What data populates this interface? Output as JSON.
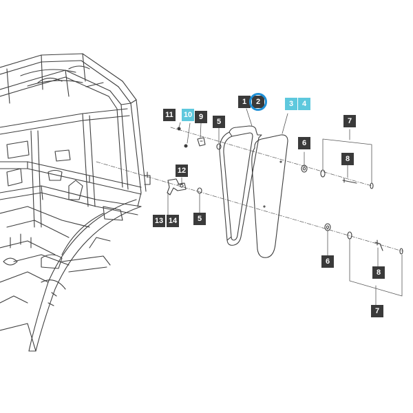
{
  "diagram": {
    "type": "exploded parts diagram",
    "callouts": [
      {
        "id": "c1",
        "label": "1",
        "style": "dark"
      },
      {
        "id": "c2",
        "label": "2",
        "style": "dark",
        "highlighted": true
      },
      {
        "id": "c3",
        "label": "3",
        "style": "cyan"
      },
      {
        "id": "c4",
        "label": "4",
        "style": "cyan"
      },
      {
        "id": "c5a",
        "label": "5",
        "style": "dark"
      },
      {
        "id": "c5b",
        "label": "5",
        "style": "dark"
      },
      {
        "id": "c6a",
        "label": "6",
        "style": "dark"
      },
      {
        "id": "c6b",
        "label": "6",
        "style": "dark"
      },
      {
        "id": "c7a",
        "label": "7",
        "style": "dark"
      },
      {
        "id": "c7b",
        "label": "7",
        "style": "dark"
      },
      {
        "id": "c8a",
        "label": "8",
        "style": "dark"
      },
      {
        "id": "c8b",
        "label": "8",
        "style": "dark"
      },
      {
        "id": "c9",
        "label": "9",
        "style": "dark"
      },
      {
        "id": "c10",
        "label": "10",
        "style": "cyan"
      },
      {
        "id": "c11",
        "label": "11",
        "style": "dark"
      },
      {
        "id": "c12",
        "label": "12",
        "style": "dark"
      },
      {
        "id": "c13",
        "label": "13",
        "style": "dark"
      },
      {
        "id": "c14",
        "label": "14",
        "style": "dark"
      }
    ],
    "colors": {
      "callout_dark": "#3a3a3a",
      "callout_cyan": "#5ec8dd",
      "highlight_ring": "#1e8fd6",
      "line_art": "#3c3c3c"
    }
  }
}
